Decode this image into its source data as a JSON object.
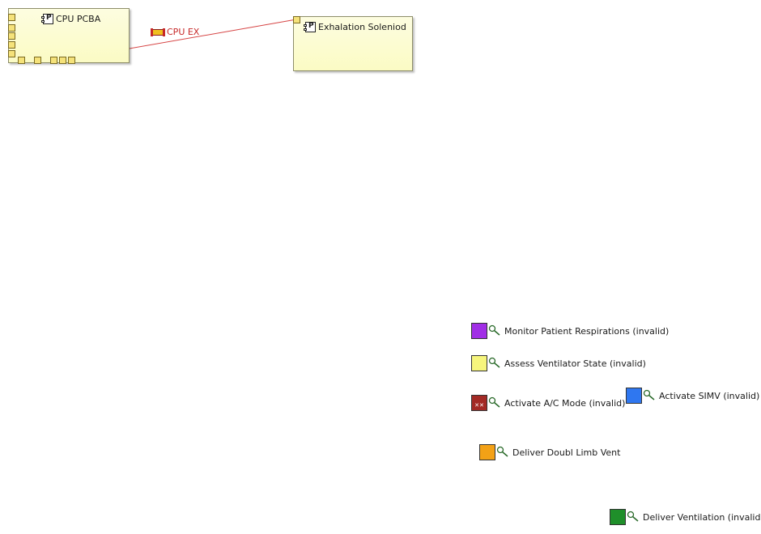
{
  "diagram": {
    "parts": [
      {
        "name": "CPU PCBA",
        "icon": "part-icon",
        "fill": "#fbfbc4"
      },
      {
        "name": "Exhalation Soleniod",
        "icon": "part-icon",
        "fill": "#fbfbc4"
      }
    ],
    "connector": {
      "label": "CPU EX",
      "icon": "connector-icon",
      "color": "#c62828"
    },
    "legend": [
      {
        "label": "Monitor Patient  Respirations (invalid)",
        "color": "#a12ee6",
        "icon": "usecase-icon"
      },
      {
        "label": "Assess Ventilator State (invalid)",
        "color": "#f6f57c",
        "icon": "usecase-icon"
      },
      {
        "label": "Activate A/C Mode (invalid)",
        "color": "#a32a25",
        "icon": "usecase-icon"
      },
      {
        "label": "Activate SIMV (invalid)",
        "color": "#2f77f0",
        "icon": "usecase-icon"
      },
      {
        "label": "Deliver Doubl Limb Vent",
        "color": "#f3a116",
        "icon": "usecase-icon"
      },
      {
        "label": "Deliver Ventilation (invalid)",
        "color": "#1f8f2a",
        "icon": "usecase-icon"
      }
    ]
  }
}
